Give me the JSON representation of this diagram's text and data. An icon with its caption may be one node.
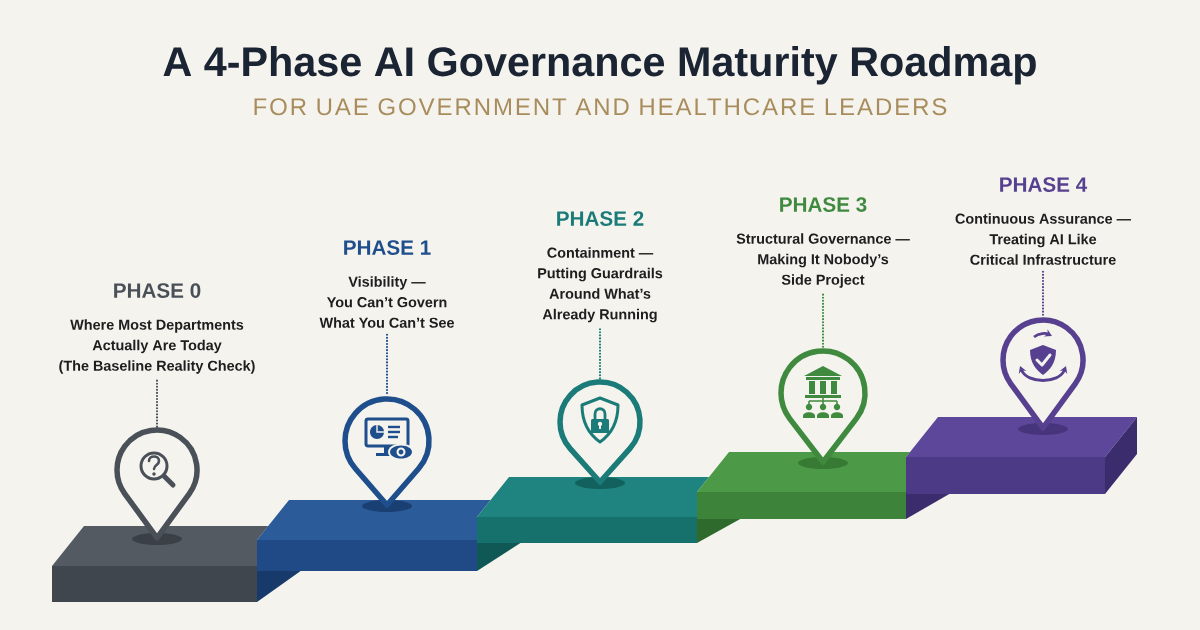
{
  "diagram": {
    "title": "A 4-Phase AI Governance Maturity Roadmap",
    "nodes": [
      {
        "text": [
          "PHASE 0",
          "Where Most Departments Actually Are Today (The Baseline Reality Check)"
        ]
      },
      {
        "text": [],
        "shape": "pin"
      },
      {
        "text": [
          "PHASE 1",
          "Visibility — You Can’t Govern What You Can’t See"
        ]
      },
      {
        "text": [],
        "shape": "pin"
      },
      {
        "text": [
          "PHASE 2",
          "Containment — Putting Guardrails Around What’s Already Running"
        ]
      },
      {
        "text": [],
        "shape": "pin"
      },
      {
        "text": [
          "PHASE 3",
          "Structural Governance — Making It Nobody’s Side Project"
        ]
      },
      {
        "text": [],
        "shape": "pin"
      },
      {
        "text": [
          "PHASE 4",
          "Continuous Assurance — Treating AI Like Critical Infrastructure"
        ]
      },
      {
        "text": [],
        "shape": "pin"
      }
    ],
    "edges": [
      {
        "from": 0,
        "to": 1,
        "arrow": "none",
        "style": "dashed",
        "color": "#4a5058"
      },
      {
        "from": 2,
        "to": 3,
        "arrow": "none",
        "style": "dashed",
        "color": "#1f4e8c"
      },
      {
        "from": 4,
        "to": 5,
        "arrow": "none",
        "style": "dashed",
        "color": "#1a7b78"
      },
      {
        "from": 6,
        "to": 7,
        "arrow": "none",
        "style": "dashed",
        "color": "#3f8a3f"
      },
      {
        "from": 8,
        "to": 9,
        "arrow": "none",
        "style": "dashed",
        "color": "#56408f"
      }
    ],
    "labels": [
      "FOR UAE GOVERNMENT AND HEALTHCARE LEADERS"
    ]
  }
}
